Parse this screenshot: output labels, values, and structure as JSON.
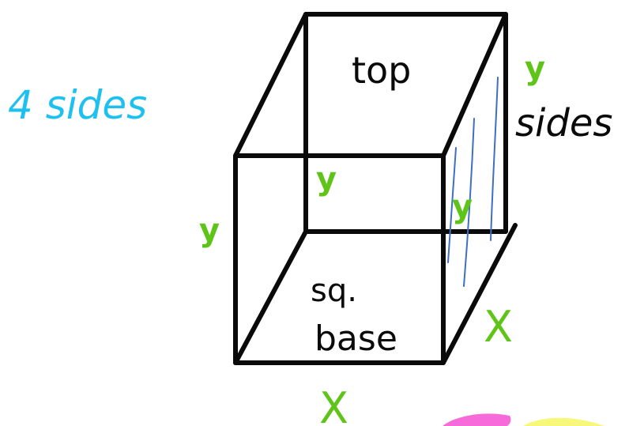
{
  "labels": {
    "four_sides": "4 sides",
    "top": "top",
    "sides": "sides",
    "sq": "sq.",
    "base": "base",
    "y_top_right": "y",
    "y_inner": "y",
    "y_right_face": "y",
    "y_left": "y",
    "x_right": "X",
    "x_bottom": "X"
  },
  "colors": {
    "edge": "#0a0a0a",
    "four_sides_text": "#1ec0f0",
    "variable_text": "#5fc418",
    "shading_lines": "#3e6fc4",
    "highlight_pink": "#f76ad9",
    "highlight_yellow": "#f7f77a"
  }
}
